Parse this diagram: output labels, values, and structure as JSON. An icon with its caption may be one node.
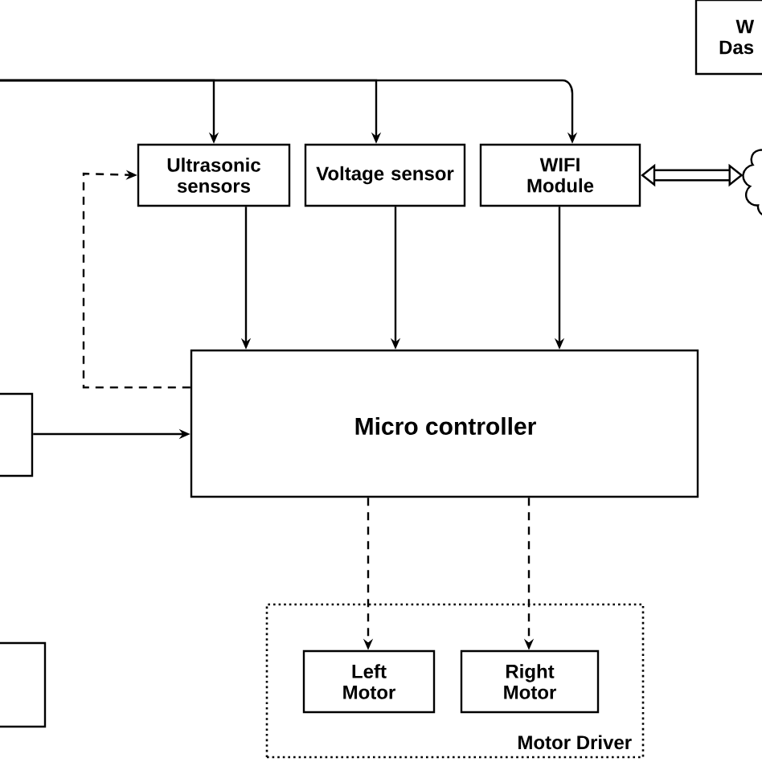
{
  "diagram": {
    "nodes": [
      {
        "text": [
          "W",
          "Das"
        ]
      },
      {
        "text": [
          "Ultrasonic sensors"
        ]
      },
      {
        "text": [
          "Voltage sensor"
        ]
      },
      {
        "text": [
          "WIFI Module"
        ]
      },
      {
        "text": [],
        "shape": "cloud"
      },
      {
        "text": [],
        "shape": "box"
      },
      {
        "text": [
          "Micro controller"
        ]
      },
      {
        "text": [
          "Motor Driver"
        ]
      },
      {
        "text": [
          "Left Motor"
        ],
        "in": 7
      },
      {
        "text": [
          "Right Motor"
        ],
        "in": 7
      },
      {
        "text": [],
        "shape": "box"
      }
    ],
    "edges": [
      {
        "from": null,
        "to": 1,
        "arrow": "to"
      },
      {
        "from": null,
        "to": 2,
        "arrow": "to"
      },
      {
        "from": null,
        "to": 3,
        "arrow": "to"
      },
      {
        "from": 3,
        "to": 4,
        "arrow": "both",
        "style": "thick"
      },
      {
        "from": 1,
        "to": 6,
        "arrow": "to"
      },
      {
        "from": 2,
        "to": 6,
        "arrow": "to"
      },
      {
        "from": 3,
        "to": 6,
        "arrow": "to"
      },
      {
        "from": 6,
        "to": 1,
        "arrow": "to",
        "style": "dashed"
      },
      {
        "from": 5,
        "to": 6,
        "arrow": "to"
      },
      {
        "from": 6,
        "to": 8,
        "arrow": "to",
        "style": "dashed"
      },
      {
        "from": 6,
        "to": 9,
        "arrow": "to",
        "style": "dashed"
      }
    ]
  }
}
